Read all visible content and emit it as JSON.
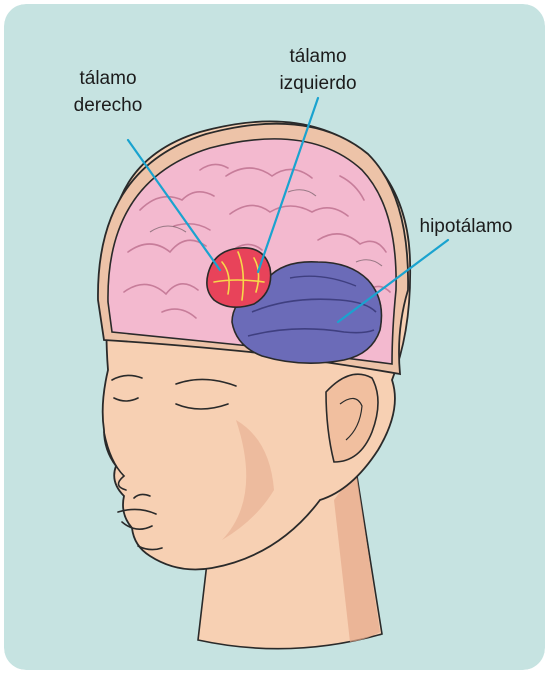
{
  "figure": {
    "labels": {
      "right_thalamus": [
        "tálamo",
        "derecho"
      ],
      "left_thalamus": [
        "tálamo",
        "izquierdo"
      ],
      "hypothalamus": "hipotálamo"
    },
    "colors": {
      "background": "#c6e3e1",
      "skin": "#f7d0b3",
      "skin_shadow": "#e6aa8c",
      "outline": "#2a2a2a",
      "cortex": "#f3b9cf",
      "cortex_fold": "#c77d9a",
      "thalamus": "#e8435a",
      "thalamus_veins": "#f7d84a",
      "hypothalamus": "#6b6bb8",
      "leader_line": "#1aa3cf"
    }
  }
}
